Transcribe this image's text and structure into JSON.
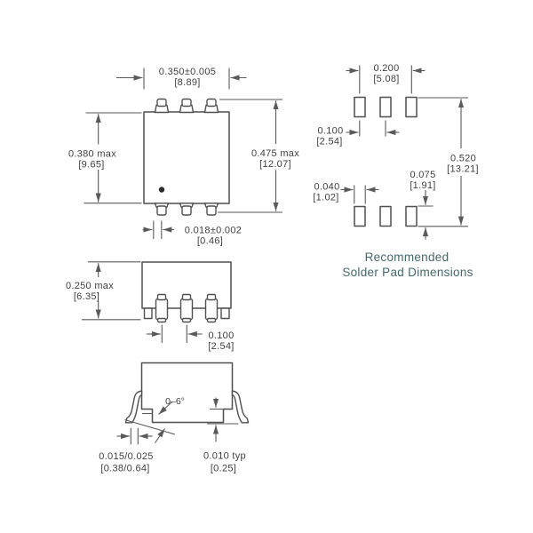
{
  "figure": {
    "top_view": {
      "body_width_dim": {
        "line1": "0.350±0.005",
        "line2": "[8.89]"
      },
      "body_height_dim": {
        "line1": "0.380  max",
        "line2": "[9.65]"
      },
      "overall_height_dim": {
        "line1": "0.475  max",
        "line2": "[12.07]"
      },
      "lead_width_dim": {
        "line1": "0.018±0.002",
        "line2": "[0.46]"
      }
    },
    "front_view": {
      "height_dim": {
        "line1": "0.250  max",
        "line2": "[6.35]"
      },
      "pitch_dim": {
        "line1": "0.100",
        "line2": "[2.54]"
      }
    },
    "side_view": {
      "lead_angle_label": "0–6°",
      "lead_thickness_dim": {
        "line1": "0.015/0.025",
        "line2": "[0.38/0.64]"
      },
      "standoff_dim": {
        "line1": "0.010  typ",
        "line2": "[0.25]"
      }
    },
    "pad_view": {
      "outer_span_dim": {
        "line1": "0.200",
        "line2": "[5.08]"
      },
      "pad_pitch_dim": {
        "line1": "0.100",
        "line2": "[2.54]"
      },
      "pad_width_dim": {
        "line1": "0.040",
        "line2": "[1.02]"
      },
      "pad_height_dim": {
        "line1": "0.075",
        "line2": "[1.91]"
      },
      "overall_span_dim": {
        "line1": "0.520",
        "line2": "[13.21]"
      },
      "caption_line1": "Recommended",
      "caption_line2": "Solder Pad Dimensions"
    },
    "colors": {
      "linework": "#4f4f4f",
      "dimension_text": "#3f3f3f",
      "caption_text": "#45686c",
      "background": "#ffffff"
    }
  }
}
